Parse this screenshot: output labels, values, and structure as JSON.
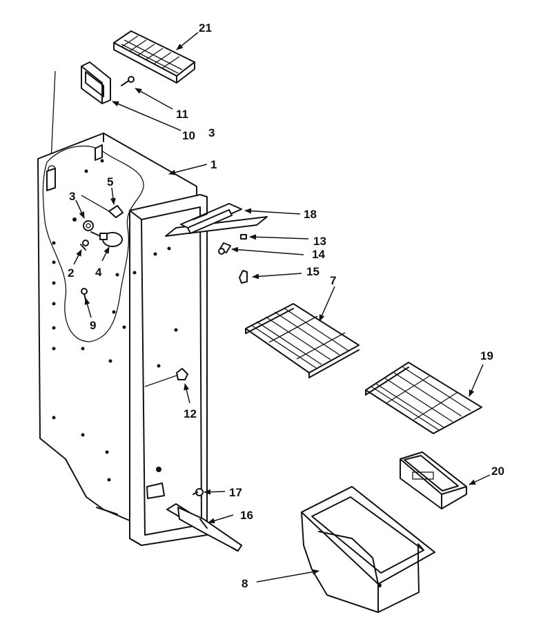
{
  "diagram": {
    "callouts": {
      "c1": "1",
      "c2": "2",
      "c3a": "3",
      "c3b": "3",
      "c4": "4",
      "c5": "5",
      "c7": "7",
      "c8": "8",
      "c9": "9",
      "c10": "10",
      "c11": "11",
      "c12": "12",
      "c13": "13",
      "c14": "14",
      "c15": "15",
      "c16": "16",
      "c17": "17",
      "c18": "18",
      "c19": "19",
      "c20": "20",
      "c21": "21"
    }
  }
}
